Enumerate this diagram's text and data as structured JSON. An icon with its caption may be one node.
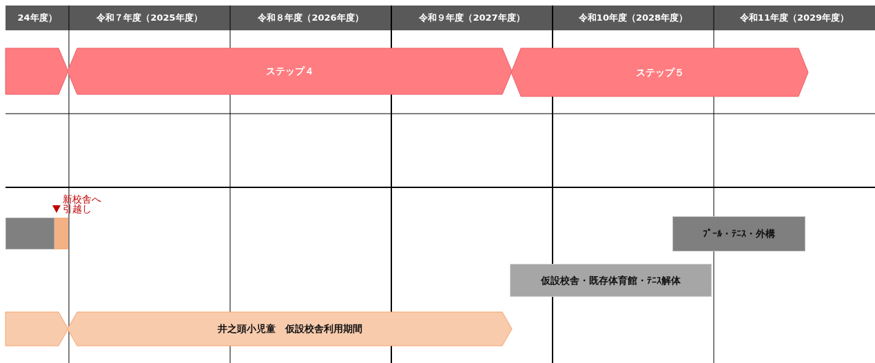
{
  "diagram": {
    "nodes": [
      {
        "text": [],
        "shape": "chevron"
      },
      {
        "text": [
          "ステップ４"
        ]
      },
      {
        "text": [
          "ステップ５"
        ]
      },
      {
        "text": [],
        "shape": "bar"
      },
      {
        "text": [],
        "shape": "bar"
      },
      {
        "text": [
          "ﾌﾟｰﾙ・ﾃﾆｽ・外構"
        ]
      },
      {
        "text": [
          "仮設校舎・既存体育館・ﾃﾆｽ解体"
        ]
      },
      {
        "text": [],
        "shape": "chevron"
      },
      {
        "text": [
          "井之頭小児童　仮設校舎利用期間"
        ]
      }
    ],
    "labels": [
      "24年度）",
      "令和７年度（2025年度）",
      "令和８年度（2026年度）",
      "令和９年度（2027年度）",
      "令和10年度（2028年度）",
      "令和11年度（2029年度）",
      "新校舎へ引越し"
    ]
  }
}
